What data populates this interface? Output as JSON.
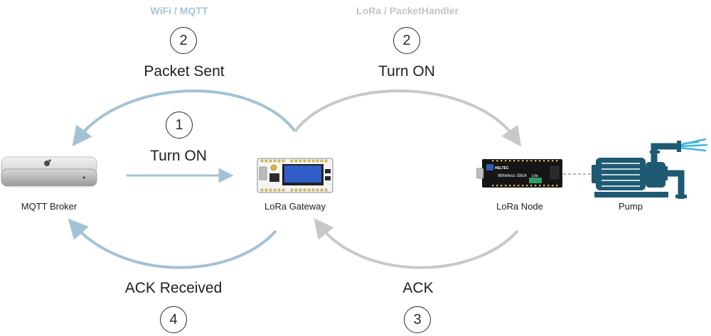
{
  "protocols": {
    "wifi": "WiFi / MQTT",
    "lora": "LoRa / PacketHandler"
  },
  "steps": {
    "packet_sent": {
      "number": "2",
      "label": "Packet Sent"
    },
    "turn_on_lora": {
      "number": "2",
      "label": "Turn ON"
    },
    "turn_on_mqtt": {
      "number": "1",
      "label": "Turn ON"
    },
    "ack_received": {
      "number": "4",
      "label": "ACK Received"
    },
    "ack": {
      "number": "3",
      "label": "ACK"
    }
  },
  "devices": {
    "broker": "MQTT Broker",
    "gateway": "LoRa Gateway",
    "node": "LoRa Node",
    "pump": "Pump"
  },
  "board_text": {
    "node_brand": "HELTEC",
    "node_model": "Wireless Stick",
    "node_variant": "Lite"
  },
  "colors": {
    "wifi_arrow": "#a3c2d6",
    "lora_arrow": "#c8c8c8",
    "pump": "#1e5a73",
    "water": "#3fb4e6"
  }
}
